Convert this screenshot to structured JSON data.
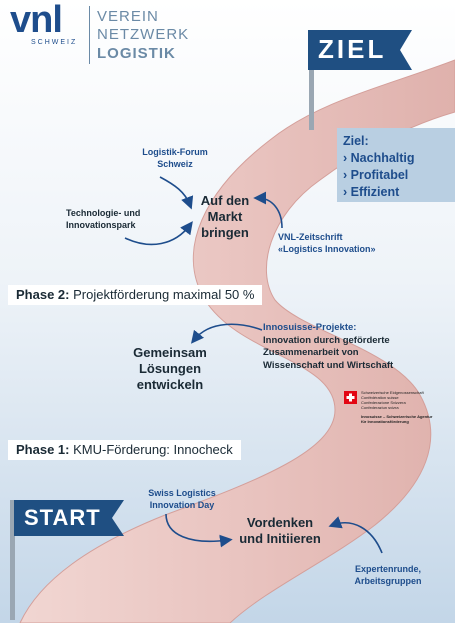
{
  "logo": {
    "mark": "vnl",
    "sub": "SCHWEIZ",
    "line1": "VEREIN",
    "line2": "NETZWERK",
    "line3": "LOGISTIK"
  },
  "signs": {
    "goal": "ZIEL",
    "start": "START"
  },
  "goal_box": {
    "title": "Ziel:",
    "items": [
      "› Nachhaltig",
      "› Profitabel",
      "› Effizient"
    ]
  },
  "milestones": {
    "market_line1": "Auf den",
    "market_line2": "Markt",
    "market_line3": "bringen",
    "solutions_line1": "Gemeinsam",
    "solutions_line2": "Lösungen",
    "solutions_line3": "entwickeln",
    "prethink_line1": "Vordenken",
    "prethink_line2": "und Initiieren"
  },
  "notes": {
    "forum_line1": "Logistik-Forum",
    "forum_line2": "Schweiz",
    "techpark_line1": "Technologie- und",
    "techpark_line2": "Innovationspark",
    "magazine_line1": "VNL-Zeitschrift",
    "magazine_line2": "«Logistics Innovation»",
    "innosuisse_line1": "Innosuisse-Projekte:",
    "innosuisse_line2": "Innovation durch geförderte",
    "innosuisse_line3": "Zusammenarbeit von",
    "innosuisse_line4": "Wissenschaft und Wirtschaft",
    "innoday_line1": "Swiss Logistics",
    "innoday_line2": "Innovation Day",
    "expert_line1": "Expertenrunde,",
    "expert_line2": "Arbeitsgruppen"
  },
  "phases": {
    "phase2_label": "Phase 2:",
    "phase2_text": " Projektförderung maximal 50 %",
    "phase1_label": "Phase 1:",
    "phase1_text": " KMU-Förderung: Innocheck"
  },
  "federal": {
    "line1": "Schweizerische Eidgenossenschaft",
    "line2": "Confédération suisse",
    "line3": "Confederazione Svizzera",
    "line4": "Confederaziun svizra",
    "line5": "Innosuisse – Schweizerische Agentur",
    "line6": "für Innovationsförderung"
  },
  "colors": {
    "road": "#e9c4c0",
    "road_edge": "#d49f9a",
    "sign": "#1f4f82",
    "accent": "#1e4d8c",
    "goal_box": "#b9cfe2",
    "swiss_red": "#e30613"
  },
  "icons": [
    "swiss-cross-icon",
    "curved-arrow-icon"
  ]
}
